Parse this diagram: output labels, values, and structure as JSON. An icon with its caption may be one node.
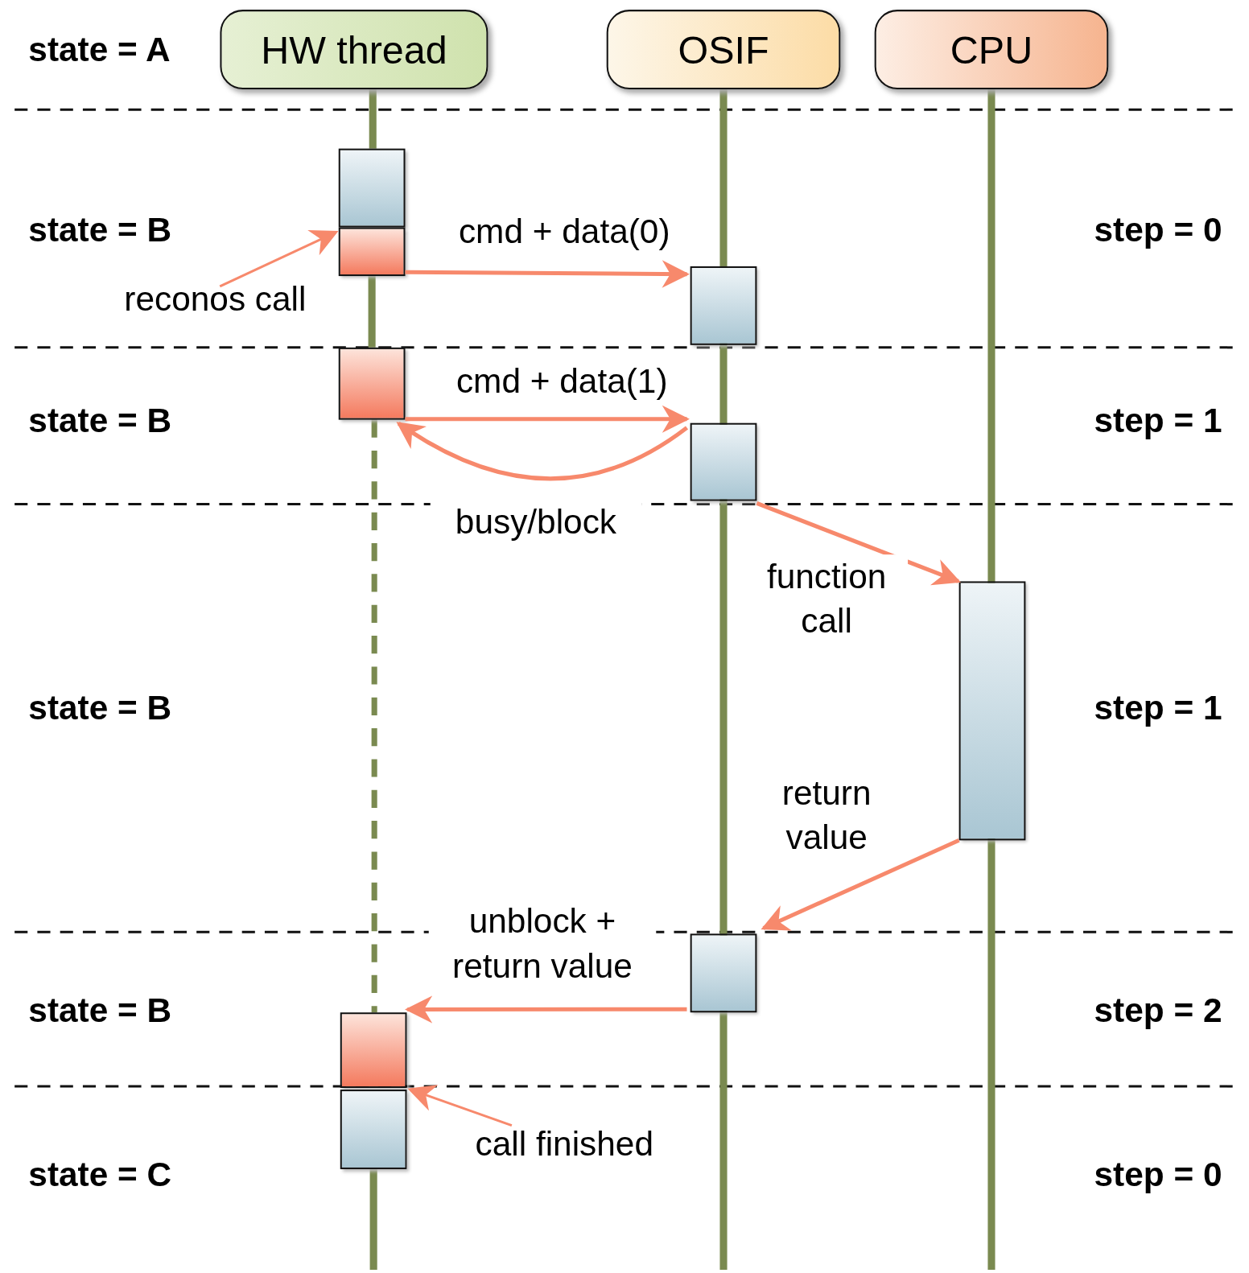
{
  "diagram": {
    "nodes": [
      {
        "text": [
          "HW thread"
        ]
      },
      {
        "text": [
          "OSIF"
        ]
      },
      {
        "text": [
          "CPU"
        ]
      },
      {
        "text": [],
        "shape": "box"
      },
      {
        "text": [],
        "shape": "box"
      },
      {
        "text": [],
        "shape": "box"
      },
      {
        "text": [],
        "shape": "box"
      },
      {
        "text": [],
        "shape": "box"
      },
      {
        "text": [],
        "shape": "box"
      },
      {
        "text": [],
        "shape": "box"
      },
      {
        "text": [],
        "shape": "box"
      },
      {
        "text": [],
        "shape": "box"
      },
      {
        "text": [
          "reconos call"
        ]
      },
      {
        "text": [
          "call finished"
        ]
      }
    ],
    "edges": [
      {
        "from": 4,
        "to": 5,
        "arrow": "to",
        "label": "cmd + data(0)"
      },
      {
        "from": 6,
        "to": 7,
        "arrow": "to",
        "label": "cmd + data(1)"
      },
      {
        "from": 7,
        "to": 6,
        "arrow": "to",
        "label": "busy/block"
      },
      {
        "from": 7,
        "to": 8,
        "arrow": "to",
        "label": "function call"
      },
      {
        "from": 8,
        "to": 9,
        "arrow": "to",
        "label": "return value"
      },
      {
        "from": 9,
        "to": 10,
        "arrow": "to",
        "label": "unblock + return value"
      },
      {
        "from": 12,
        "to": 4,
        "arrow": "to"
      },
      {
        "from": 13,
        "to": 10,
        "arrow": "to"
      },
      {
        "from": 0,
        "to": 3,
        "arrow": "none",
        "style": "thick",
        "color": "#7a8a50"
      },
      {
        "from": 4,
        "to": 6,
        "arrow": "none",
        "style": "thick",
        "color": "#7a8a50"
      },
      {
        "from": 6,
        "to": 10,
        "arrow": "none",
        "style": "dashed",
        "color": "#7a8a50"
      },
      {
        "from": 11,
        "to": null,
        "arrow": "none",
        "style": "thick",
        "color": "#7a8a50"
      },
      {
        "from": 1,
        "to": null,
        "arrow": "none",
        "style": "thick",
        "color": "#7a8a50"
      },
      {
        "from": 2,
        "to": null,
        "arrow": "none",
        "style": "thick",
        "color": "#7a8a50"
      }
    ],
    "labels": [
      "state = A",
      "state = B",
      "step = 0",
      "state = B",
      "step = 1",
      "state = B",
      "step = 1",
      "state = B",
      "step = 2",
      "state = C",
      "step = 0"
    ]
  }
}
